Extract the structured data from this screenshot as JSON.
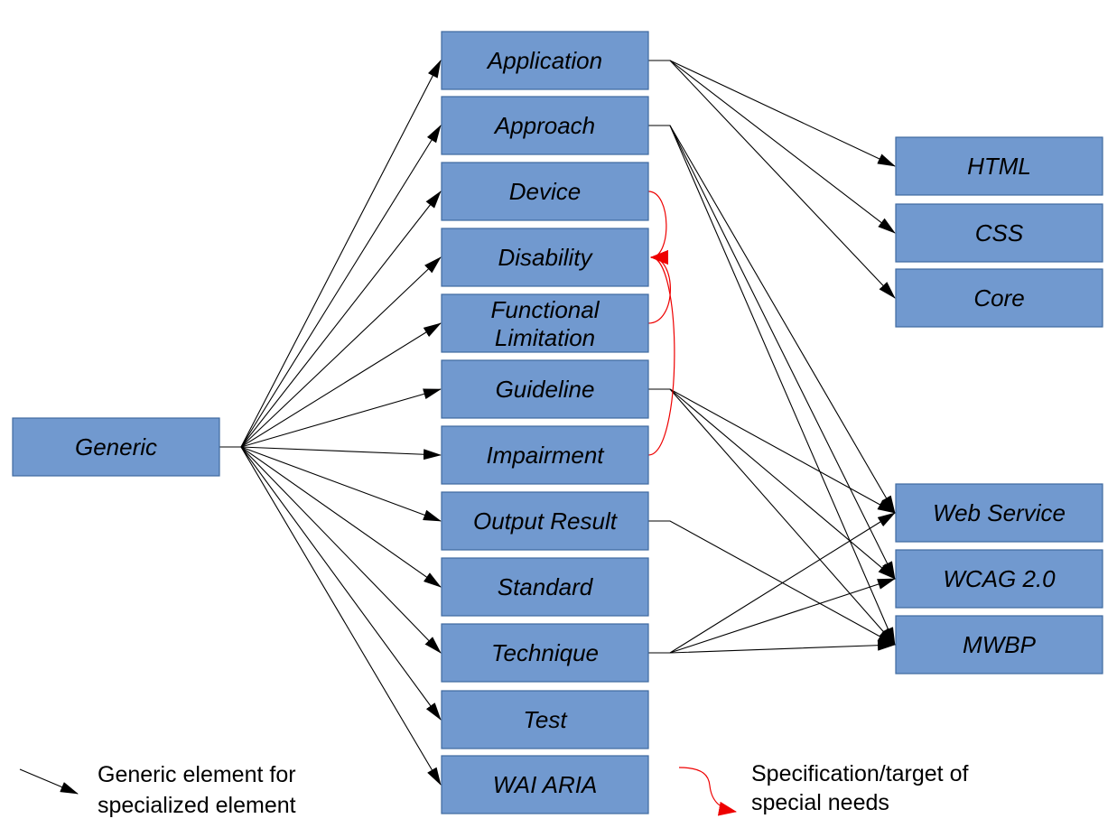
{
  "colors": {
    "box_fill": "#7199cf",
    "box_border": "#3f6aa0",
    "generic_edge": "#000000",
    "special_needs_edge": "#ee0000"
  },
  "nodes": {
    "generic": "Generic",
    "application": "Application",
    "approach": "Approach",
    "device": "Device",
    "disability": "Disability",
    "functional_limitation": [
      "Functional",
      "Limitation"
    ],
    "guideline": "Guideline",
    "impairment": "Impairment",
    "output_result": "Output Result",
    "standard": "Standard",
    "technique": "Technique",
    "test": "Test",
    "wai_aria": "WAI ARIA",
    "html": "HTML",
    "css": "CSS",
    "core": "Core",
    "web_service": "Web Service",
    "wcag": "WCAG 2.0",
    "mwbp": "MWBP"
  },
  "edges": {
    "generic_to_specialized": [
      [
        "generic",
        "application"
      ],
      [
        "generic",
        "approach"
      ],
      [
        "generic",
        "device"
      ],
      [
        "generic",
        "disability"
      ],
      [
        "generic",
        "functional_limitation"
      ],
      [
        "generic",
        "guideline"
      ],
      [
        "generic",
        "impairment"
      ],
      [
        "generic",
        "output_result"
      ],
      [
        "generic",
        "standard"
      ],
      [
        "generic",
        "technique"
      ],
      [
        "generic",
        "test"
      ],
      [
        "generic",
        "wai_aria"
      ],
      [
        "application",
        "html"
      ],
      [
        "application",
        "css"
      ],
      [
        "application",
        "core"
      ],
      [
        "approach",
        "web_service"
      ],
      [
        "approach",
        "wcag"
      ],
      [
        "approach",
        "mwbp"
      ],
      [
        "guideline",
        "web_service"
      ],
      [
        "guideline",
        "wcag"
      ],
      [
        "guideline",
        "mwbp"
      ],
      [
        "output_result",
        "mwbp"
      ],
      [
        "technique",
        "web_service"
      ],
      [
        "technique",
        "wcag"
      ],
      [
        "technique",
        "mwbp"
      ]
    ],
    "special_needs": [
      [
        "device",
        "disability"
      ],
      [
        "functional_limitation",
        "disability"
      ],
      [
        "impairment",
        "disability"
      ]
    ]
  },
  "legend": {
    "generic_line1": "Generic element for",
    "generic_line2": "specialized element",
    "special_line1": "Specification/target of",
    "special_line2": "special needs"
  }
}
